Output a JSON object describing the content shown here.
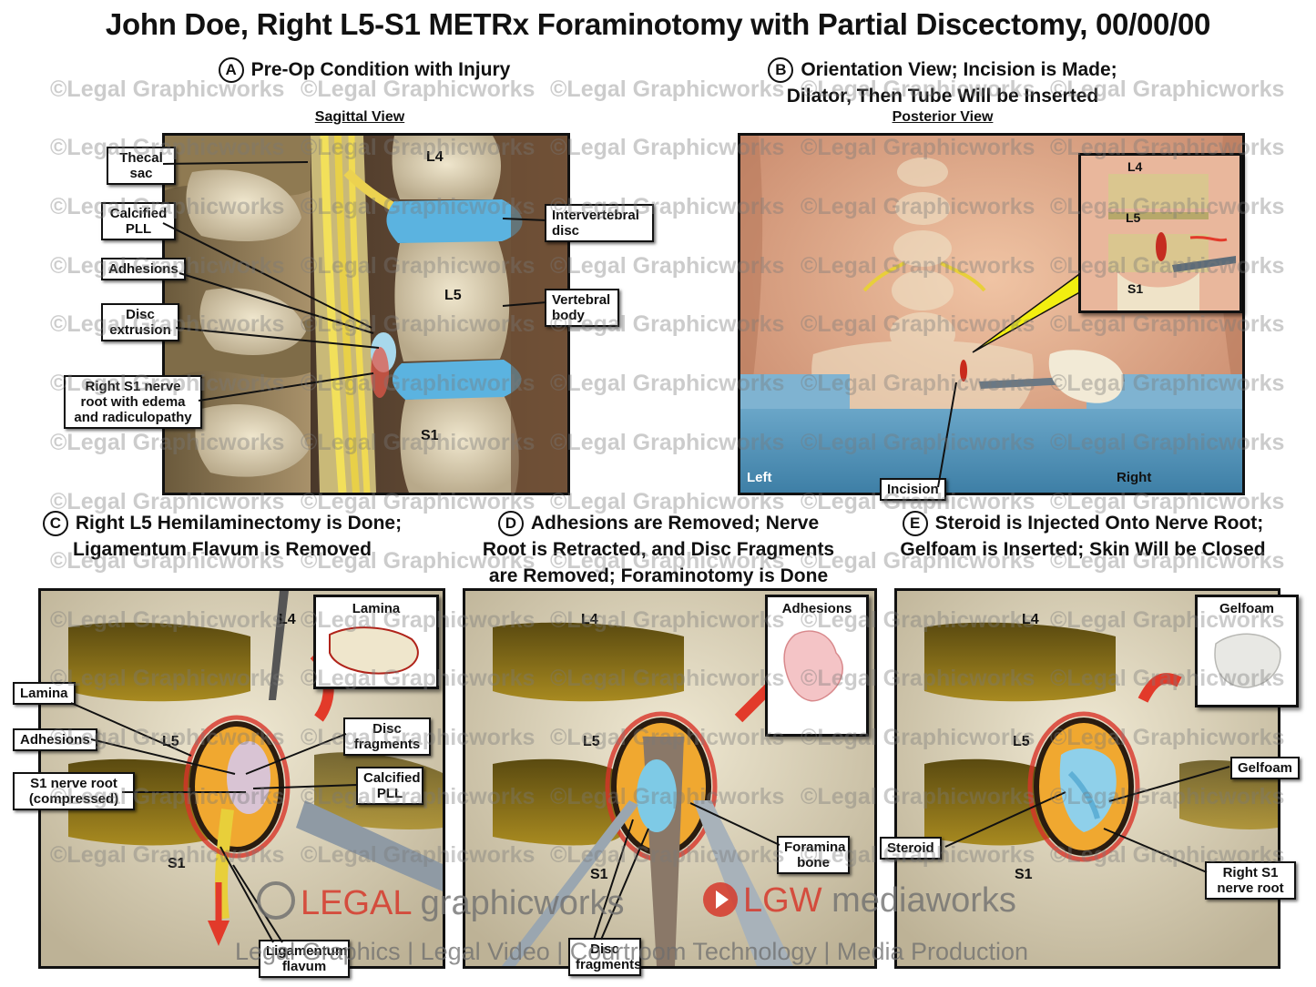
{
  "title": "John Doe, Right L5-S1 METRx Foraminotomy with Partial Discectomy, 00/00/00",
  "watermark": "©Legal Graphicworks",
  "panels": {
    "a": {
      "letter": "A",
      "heading": "Pre-Op Condition with Injury",
      "subheading": "Sagittal View",
      "labels": {
        "thecal_sac": "Thecal sac",
        "calcified_pll": "Calcified PLL",
        "adhesions": "Adhesions",
        "disc_extrusion": "Disc extrusion",
        "right_s1": "Right S1 nerve root with edema and radiculopathy",
        "intervertebral_disc": "Intervertebral disc",
        "vertebral_body": "Vertebral body",
        "l4": "L4",
        "l5": "L5",
        "s1": "S1"
      }
    },
    "b": {
      "letter": "B",
      "heading_line1": "Orientation View; Incision is Made;",
      "heading_line2": "Dilator, Then Tube Will be Inserted",
      "subheading": "Posterior View",
      "labels": {
        "incision": "Incision",
        "left": "Left",
        "right": "Right",
        "l4": "L4",
        "l5": "L5",
        "s1": "S1"
      }
    },
    "c": {
      "letter": "C",
      "heading_line1": "Right L5 Hemilaminectomy is Done;",
      "heading_line2": "Ligamentum Flavum is Removed",
      "inset_label": "Lamina",
      "labels": {
        "lamina": "Lamina",
        "adhesions": "Adhesions",
        "s1_nerve": "S1 nerve root (compressed)",
        "disc_fragments": "Disc fragments",
        "calcified_pll": "Calcified PLL",
        "ligamentum": "Ligamentum flavum",
        "l4": "L4",
        "l5": "L5",
        "s1": "S1"
      }
    },
    "d": {
      "letter": "D",
      "heading_line1": "Adhesions are Removed; Nerve",
      "heading_line2": "Root is Retracted, and Disc Fragments",
      "heading_line3": "are Removed; Foraminotomy is Done",
      "inset_label": "Adhesions",
      "labels": {
        "foramina_bone": "Foramina bone",
        "disc_fragments": "Disc fragments",
        "l4": "L4",
        "l5": "L5",
        "s1": "S1"
      }
    },
    "e": {
      "letter": "E",
      "heading_line1": "Steroid is Injected Onto Nerve Root;",
      "heading_line2": "Gelfoam is Inserted; Skin Will be Closed",
      "inset_label": "Gelfoam",
      "labels": {
        "gelfoam": "Gelfoam",
        "steroid": "Steroid",
        "right_s1": "Right S1 nerve root",
        "l4": "L4",
        "l5": "L5",
        "s1": "S1"
      }
    }
  },
  "branding": {
    "legal": "LEGAL",
    "graphicworks": "graphicworks",
    "lgw": "LGW",
    "mediaworks": "mediaworks",
    "tagline": "Legal Graphics | Legal Video | Courtroom Technology | Media Production"
  },
  "colors": {
    "bone": "#e6dcc0",
    "nerve": "#e8d36a",
    "disc": "#4fa6d6",
    "inflammation": "#d8332a",
    "skin": "#e2ad8c",
    "arrow": "#e23a2a"
  }
}
